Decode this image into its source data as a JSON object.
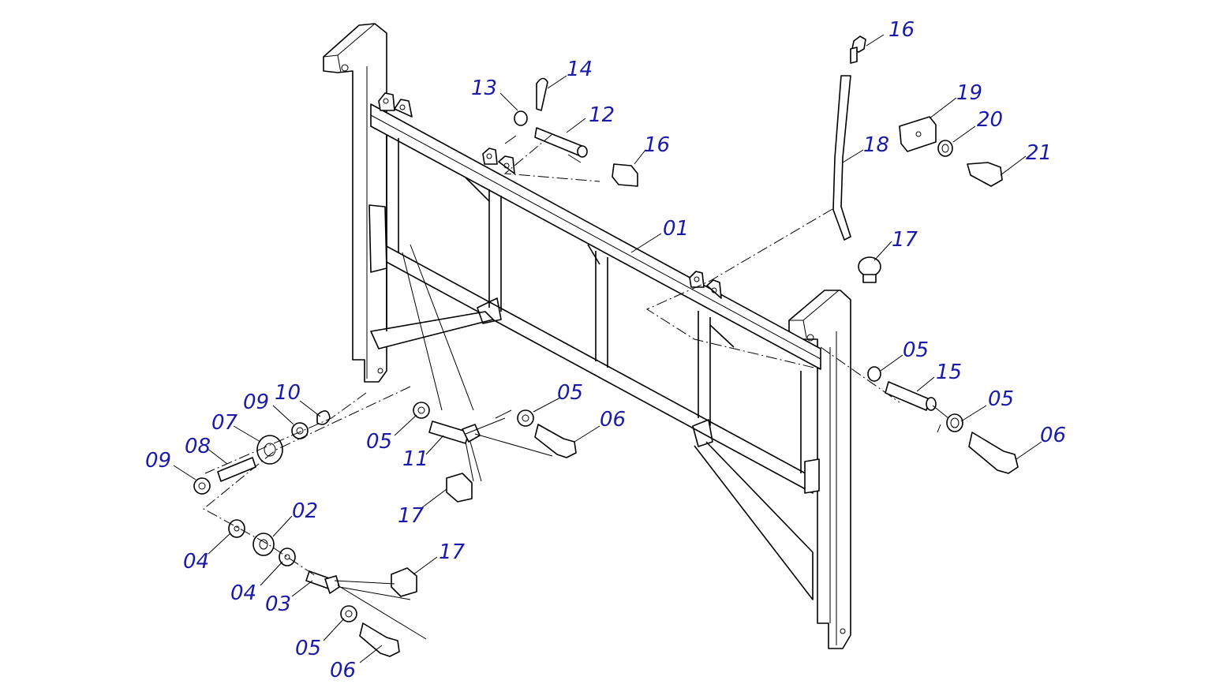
{
  "colors": {
    "label": "#1a1aa6",
    "line": "#000000",
    "background": "#ffffff"
  },
  "labels": [
    {
      "key": "l16a",
      "text": "16"
    },
    {
      "key": "l14",
      "text": "14"
    },
    {
      "key": "l13",
      "text": "13"
    },
    {
      "key": "l12",
      "text": "12"
    },
    {
      "key": "l16b",
      "text": "16"
    },
    {
      "key": "l19",
      "text": "19"
    },
    {
      "key": "l20",
      "text": "20"
    },
    {
      "key": "l18",
      "text": "18"
    },
    {
      "key": "l21",
      "text": "21"
    },
    {
      "key": "l01",
      "text": "01"
    },
    {
      "key": "l17a",
      "text": "17"
    },
    {
      "key": "l05a",
      "text": "05"
    },
    {
      "key": "l15",
      "text": "15"
    },
    {
      "key": "l05b",
      "text": "05"
    },
    {
      "key": "l06a",
      "text": "06"
    },
    {
      "key": "l10",
      "text": "10"
    },
    {
      "key": "l09a",
      "text": "09"
    },
    {
      "key": "l07",
      "text": "07"
    },
    {
      "key": "l08",
      "text": "08"
    },
    {
      "key": "l09b",
      "text": "09"
    },
    {
      "key": "l05c",
      "text": "05"
    },
    {
      "key": "l05d",
      "text": "05"
    },
    {
      "key": "l06b",
      "text": "06"
    },
    {
      "key": "l11",
      "text": "11"
    },
    {
      "key": "l17b",
      "text": "17"
    },
    {
      "key": "l02",
      "text": "02"
    },
    {
      "key": "l04a",
      "text": "04"
    },
    {
      "key": "l04b",
      "text": "04"
    },
    {
      "key": "l03",
      "text": "03"
    },
    {
      "key": "l17c",
      "text": "17"
    },
    {
      "key": "l05e",
      "text": "05"
    },
    {
      "key": "l06c",
      "text": "06"
    }
  ]
}
